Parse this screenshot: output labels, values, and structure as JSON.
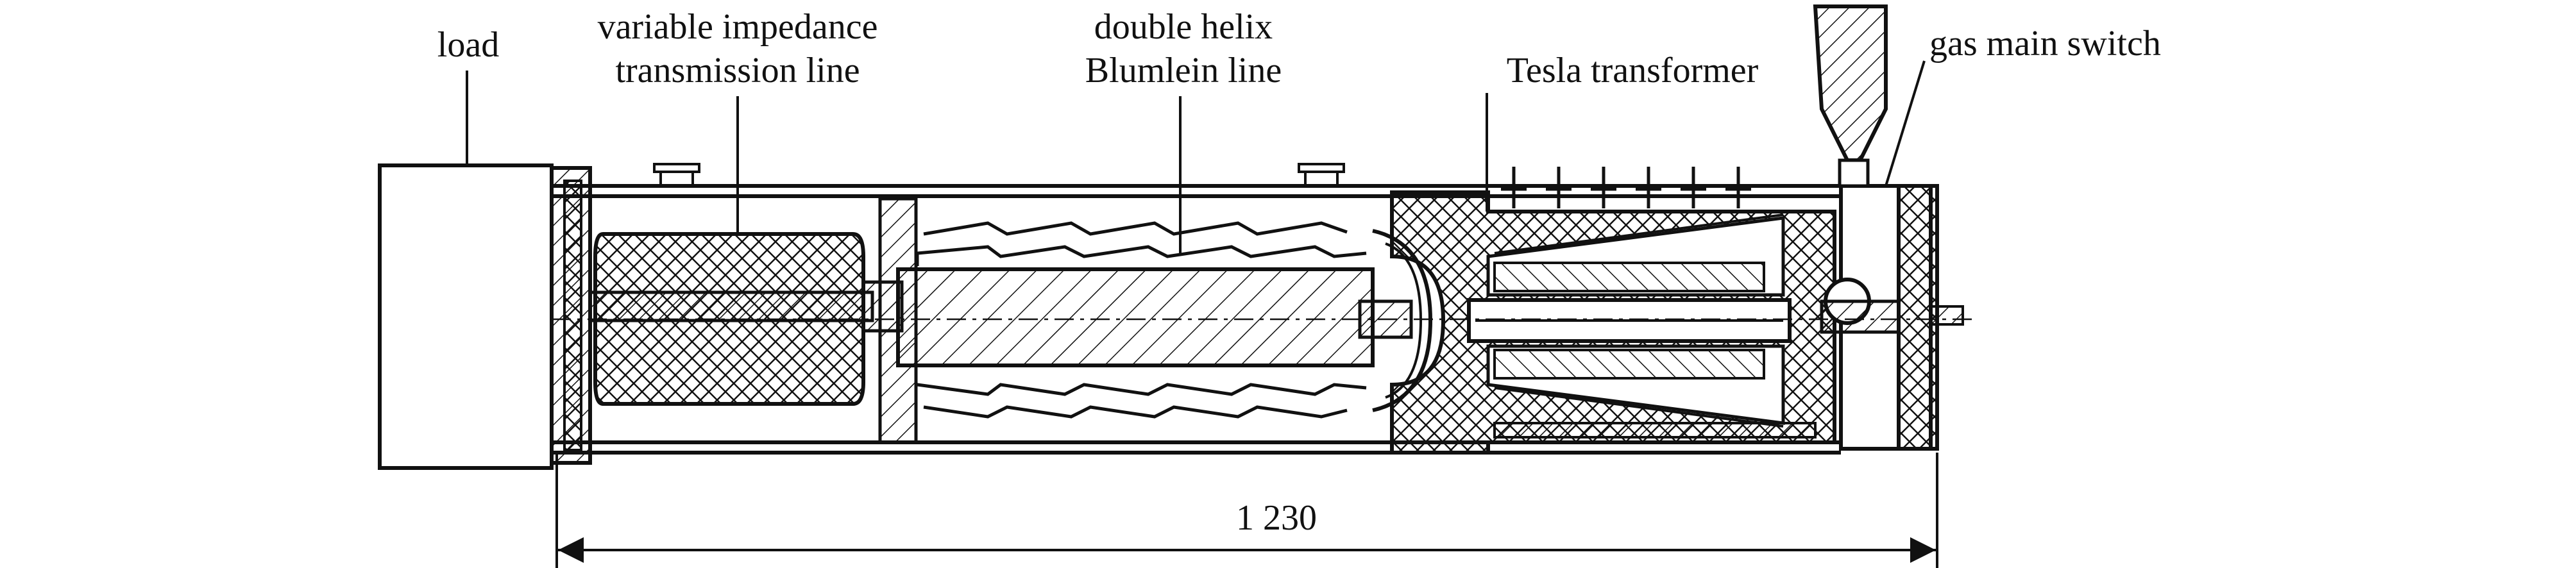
{
  "labels": {
    "load": "load",
    "vitl_line1": "variable impedance",
    "vitl_line2": "transmission line",
    "blumlein_line1": "double helix",
    "blumlein_line2": "Blumlein line",
    "tesla": "Tesla transformer",
    "gas_switch": "gas main switch"
  },
  "dimension": {
    "value": "1 230"
  }
}
